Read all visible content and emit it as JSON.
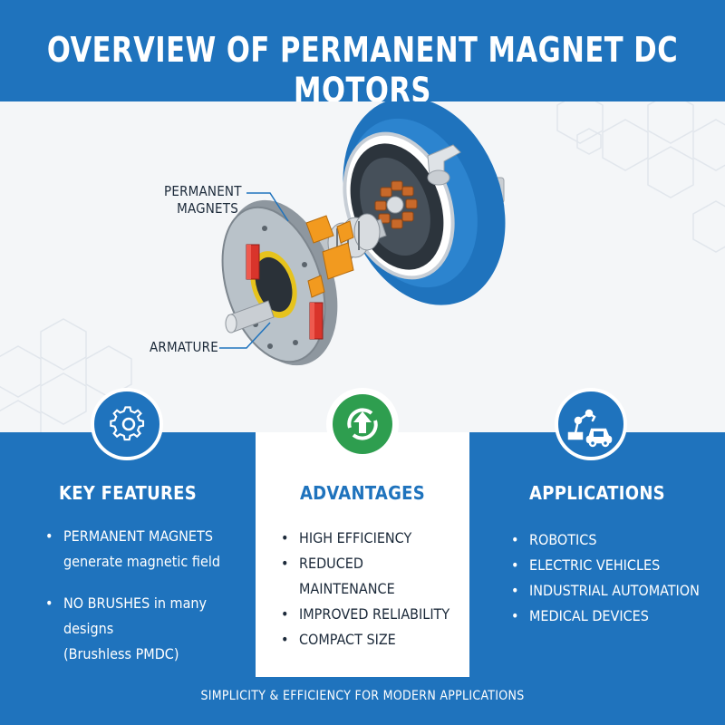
{
  "header": {
    "title": "OVERVIEW OF PERMANENT MAGNET DC MOTORS"
  },
  "diagram": {
    "callout_magnets": [
      "PERMANENT",
      "MAGNETS"
    ],
    "callout_armature": "ARMATURE"
  },
  "features": {
    "title": "KEY FEATURES",
    "icon": "gear-icon",
    "items": [
      {
        "strong": "PERMANENT MAGNETS",
        "rest": "generate magnetic field"
      },
      {
        "strong": "NO BRUSHES",
        "rest": " in many designs",
        "sub": "(Brushless PMDC)"
      }
    ]
  },
  "advantages": {
    "title": "ADVANTAGES",
    "icon": "efficiency-arrow-icon",
    "items": [
      "HIGH EFFICIENCY",
      "REDUCED MAINTENANCE",
      "IMPROVED RELIABILITY",
      "COMPACT SIZE"
    ]
  },
  "applications": {
    "title": "APPLICATIONS",
    "icon": "robot-arm-car-icon",
    "items": [
      "ROBOTICS",
      "ELECTRIC VEHICLES",
      "INDUSTRIAL AUTOMATION",
      "MEDICAL DEVICES"
    ]
  },
  "footer": {
    "tagline": "SIMPLICITY & EFFICIENCY FOR MODERN APPLICATIONS"
  },
  "colors": {
    "brand_blue": "#1f73bd",
    "accent_green": "#2e9e4f",
    "magnet_red": "#d9342b",
    "magnet_orange": "#f29a1f",
    "coil_copper": "#c8692a"
  }
}
